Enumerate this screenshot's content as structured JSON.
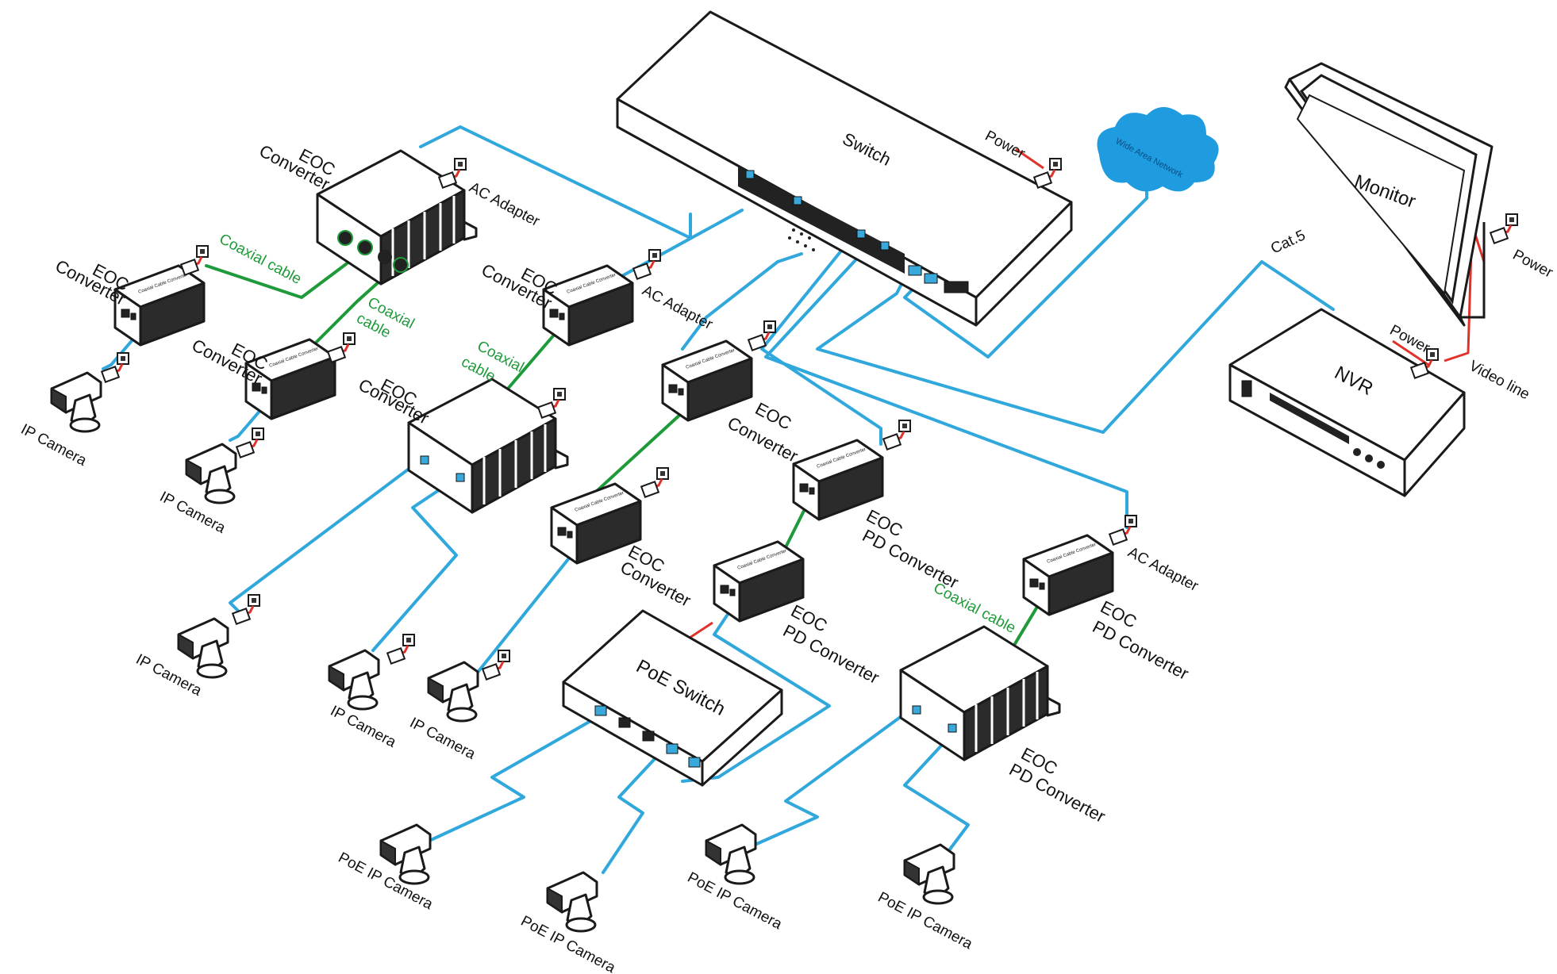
{
  "labels": {
    "switch": "Switch",
    "poe_switch": "PoE Switch",
    "monitor": "Monitor",
    "nvr": "NVR",
    "wan": "Wide Area Network",
    "power": "Power",
    "video_line": "Video line",
    "cat5": "Cat.5",
    "ac_adapter": "AC Adapter",
    "coaxial_cable": "Coaxial cable",
    "coaxial": "Coaxial",
    "cable": "cable",
    "eoc": "EOC",
    "converter": "Converter",
    "pd_converter": "PD Converter",
    "ip_camera": "IP Camera",
    "poe_ip_camera": "PoE IP Camera",
    "device_print": "Coaxial Cable Converter"
  },
  "colors": {
    "network_cable": "#31a8dc",
    "coaxial_cable": "#1e9a3a",
    "power_cable": "#e0322b",
    "cloud": "#1f9be0"
  }
}
